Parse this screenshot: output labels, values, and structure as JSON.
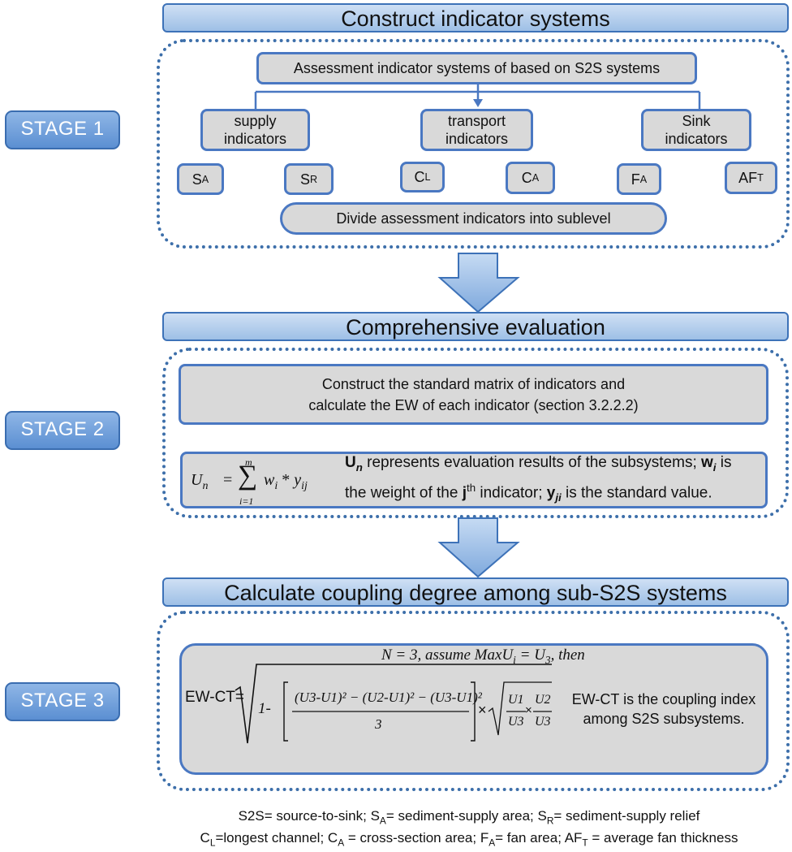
{
  "headers": {
    "stage1": "Construct indicator systems",
    "stage2": "Comprehensive evaluation",
    "stage3": "Calculate coupling degree among sub-S2S systems"
  },
  "stages": {
    "s1": "STAGE 1",
    "s2": "STAGE 2",
    "s3": "STAGE 3"
  },
  "stage1": {
    "top": "Assessment  indicator systems of  based on S2S systems",
    "supply": [
      "supply",
      "indicators"
    ],
    "transport": [
      "transport",
      "indicators"
    ],
    "sink": [
      "Sink",
      "indicators"
    ],
    "indicators": {
      "sa": {
        "main": "S",
        "sub": "A"
      },
      "sr": {
        "main": "S",
        "sub": "R"
      },
      "cl": {
        "main": "C",
        "sub": "L"
      },
      "ca": {
        "main": "C",
        "sub": "A"
      },
      "fa": {
        "main": "F",
        "sub": "A"
      },
      "aft": {
        "main": "AF",
        "sub": "T"
      }
    },
    "divide": "Divide  assessment  indicators  into  sublevel"
  },
  "stage2": {
    "matrix_line1": "Construct the standard matrix of indicators  and",
    "matrix_line2": "calculate the EW of each indicator (section 3.2.2.2)",
    "formula": {
      "lhs": "U",
      "lhs_sub": "n",
      "eq": "=",
      "sum_top": "m",
      "sum_bottom": "i=1",
      "w": "w",
      "w_sub": "i",
      "times": "*",
      "y": "y",
      "y_sub": "ij"
    },
    "desc": {
      "u": "U",
      "u_sub": "n",
      "t1": " represents evaluation results of the subsystems; ",
      "w": "w",
      "w_sub": "i",
      "t2": " is",
      "t3": "the weight of the ",
      "j": "j",
      "th": "th",
      "t4": " indicator; ",
      "y": "y",
      "y_sub": "ji",
      "t5": " is the standard value."
    }
  },
  "stage3": {
    "assume": "N = 3, assume MaxU",
    "assume_sub": "i",
    "assume_rest": " = U",
    "assume_sub2": "3",
    "assume_then": ", then",
    "ewct": "EW-CT=",
    "one_minus": "1-",
    "numerator": "(U3-U1)² − (U2-U1)² − (U3-U1)²",
    "denominator": "3",
    "times": "×",
    "frac1_num": "U1",
    "frac1_den": "U3",
    "frac2_num": "U2",
    "frac2_den": "U3",
    "desc1": "EW-CT is the coupling index",
    "desc2": "among S2S subsystems."
  },
  "legend": {
    "l1": [
      {
        "t": "S2S= source-to-sink; S"
      },
      {
        "sub": "A"
      },
      {
        "t": "= sediment-supply  area; S"
      },
      {
        "sub": "R"
      },
      {
        "t": "= sediment-supply  relief"
      }
    ],
    "l2": [
      {
        "t": "C"
      },
      {
        "sub": "L"
      },
      {
        "t": "=longest  channel; C"
      },
      {
        "sub": "A"
      },
      {
        "t": " = cross-section  area; F"
      },
      {
        "sub": "A"
      },
      {
        "t": "= fan  area; AF"
      },
      {
        "sub": "T"
      },
      {
        "t": " = average fan thickness"
      }
    ]
  },
  "colors": {
    "header_fill": "#b4d0ee",
    "stage_fill": "#6f9fdc",
    "box_fill": "#d9d9d9",
    "border_blue": "#4a78c2",
    "dotted_blue": "#3d6faa"
  }
}
